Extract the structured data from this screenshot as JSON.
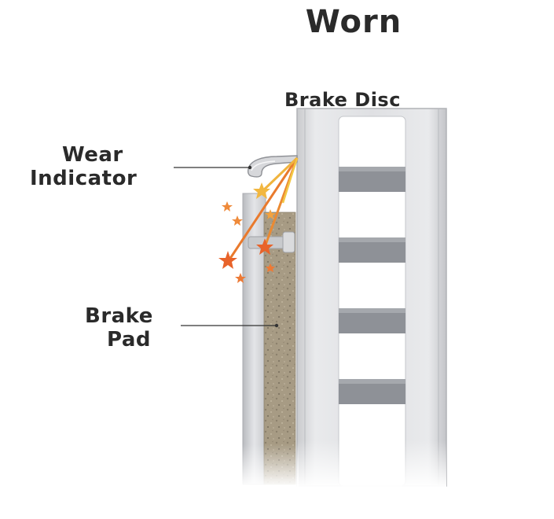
{
  "title": "Worn",
  "labels": {
    "brake_disc": "Brake Disc",
    "wear_indicator_line1": "Wear",
    "wear_indicator_line2": "Indicator",
    "brake_pad_line1": "Brake",
    "brake_pad_line2": "Pad"
  },
  "colors": {
    "disc": "#dcdde0",
    "disc_edge": "#a9abb0",
    "vent": "#8d9096",
    "pad_backing": "#cfd1d5",
    "friction": "#a89c86",
    "spark_orange": "#e8702a",
    "spark_yellow": "#f3c744",
    "leader_line": "#333333"
  }
}
